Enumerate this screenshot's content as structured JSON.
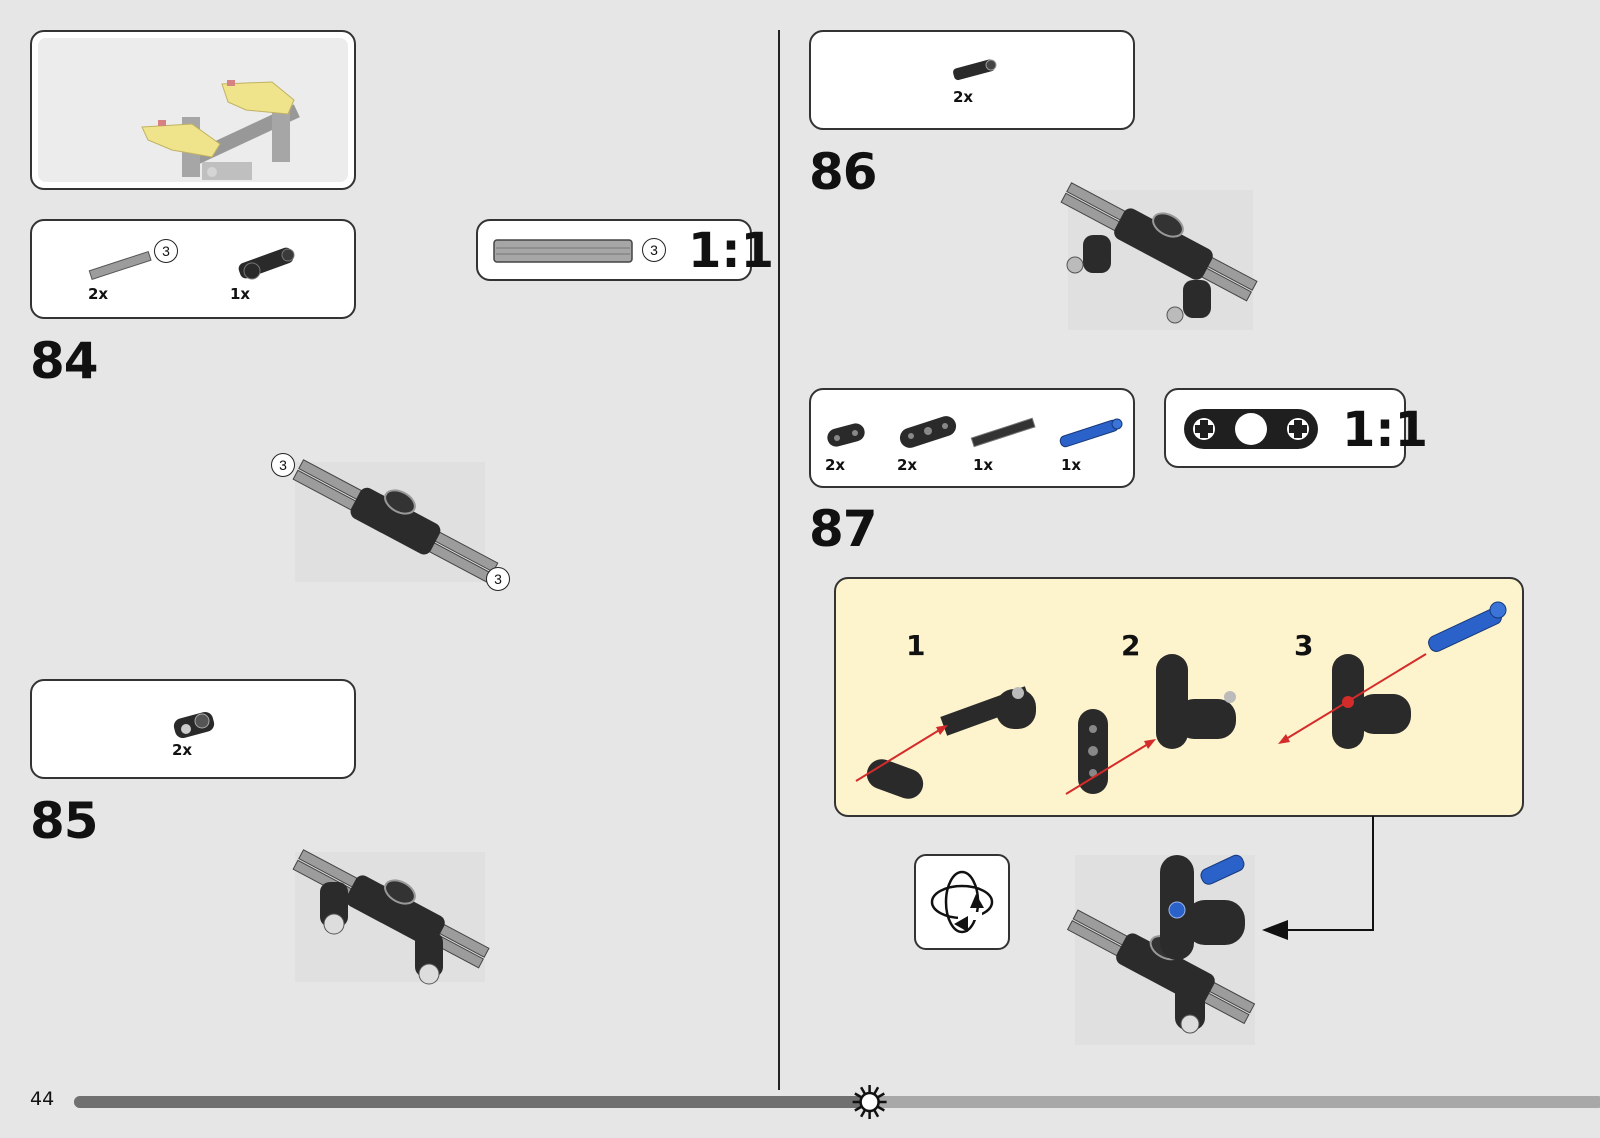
{
  "page": {
    "number": "44"
  },
  "left": {
    "step84": {
      "number": "84",
      "parts": [
        {
          "qty": "2x",
          "callout": "3"
        },
        {
          "qty": "1x"
        }
      ],
      "scale_callout": "3",
      "scale_label": "1:1",
      "model_callouts": [
        "3",
        "3"
      ]
    },
    "step85": {
      "number": "85",
      "parts": [
        {
          "qty": "2x"
        }
      ]
    }
  },
  "right": {
    "step86": {
      "number": "86",
      "parts": [
        {
          "qty": "2x"
        }
      ]
    },
    "step87": {
      "number": "87",
      "parts": [
        {
          "qty": "2x"
        },
        {
          "qty": "2x"
        },
        {
          "qty": "1x"
        },
        {
          "qty": "1x"
        }
      ],
      "scale_label": "1:1",
      "substeps": [
        "1",
        "2",
        "3"
      ]
    }
  },
  "colors": {
    "background": "#e6e6e6",
    "substep_panel": "#fdf3cc",
    "beam_yellow": "#f2e27a",
    "pin_blue": "#2a62c9",
    "arrow_red": "#d42b2b",
    "progress_done": "#707070",
    "progress_remaining": "#a8a8a8"
  },
  "icons": [
    "rotate-model-icon",
    "sun-progress-icon"
  ],
  "progress": {
    "fraction": 0.52
  }
}
